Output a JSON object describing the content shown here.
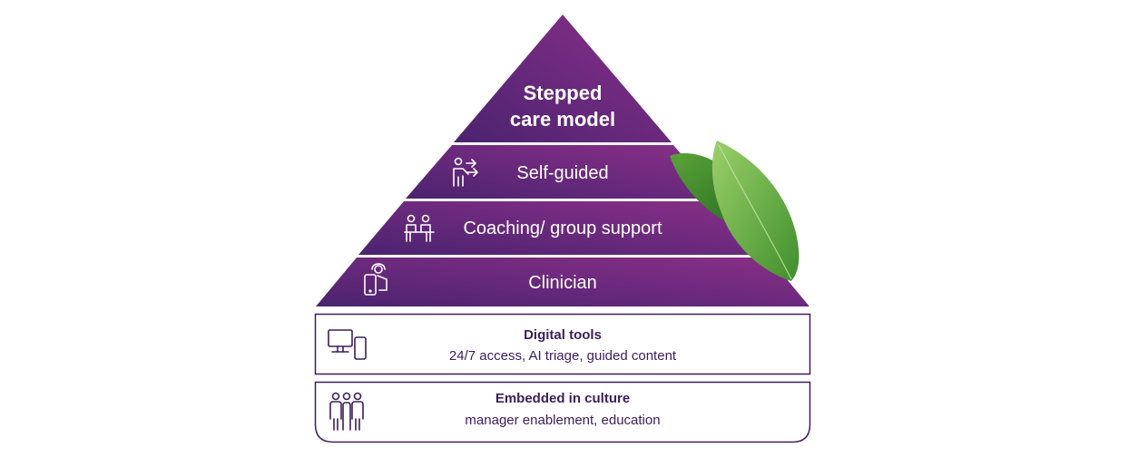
{
  "pyramid": {
    "apex_title_line1": "Stepped",
    "apex_title_line2": "care model",
    "tiers": [
      {
        "label": "Self-guided",
        "icon": "presenter-arrows-icon"
      },
      {
        "label": "Coaching/ group support",
        "icon": "group-session-icon"
      },
      {
        "label": "Clinician",
        "icon": "clinician-mobile-icon"
      }
    ]
  },
  "foundation": [
    {
      "title": "Digital tools",
      "subtitle": "24/7 access, AI triage, guided content",
      "icon": "devices-icon"
    },
    {
      "title": "Embedded in culture",
      "subtitle": "manager enablement, education",
      "icon": "people-group-icon"
    }
  ],
  "colors": {
    "pyramid_light": "#8a2f87",
    "pyramid_dark": "#4a236e",
    "border": "#3d1d5c",
    "leaf_light": "#7cc04f",
    "leaf_dark": "#2f7a25"
  }
}
